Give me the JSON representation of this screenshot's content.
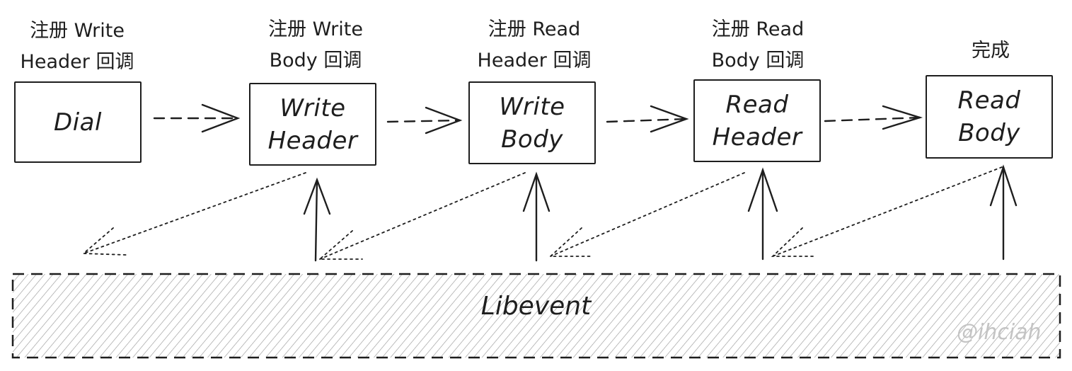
{
  "stages": [
    {
      "id": "dial",
      "caption": [
        "注册 Write",
        "Header 回调"
      ],
      "label": [
        "Dial"
      ]
    },
    {
      "id": "write-header",
      "caption": [
        "注册 Write",
        "Body 回调"
      ],
      "label": [
        "Write",
        "Header"
      ]
    },
    {
      "id": "write-body",
      "caption": [
        "注册 Read",
        "Header 回调"
      ],
      "label": [
        "Write",
        "Body"
      ]
    },
    {
      "id": "read-header",
      "caption": [
        "注册 Read",
        "Body 回调"
      ],
      "label": [
        "Read",
        "Header"
      ]
    },
    {
      "id": "read-body",
      "caption": [
        "完成"
      ],
      "label": [
        "Read",
        "Body"
      ]
    }
  ],
  "libevent": {
    "label": "Libevent"
  },
  "watermark": "@ihciah",
  "colors": {
    "ink": "#1e1e1e",
    "hatch": "#9a9a9a",
    "watermark": "#c4c4c4"
  }
}
